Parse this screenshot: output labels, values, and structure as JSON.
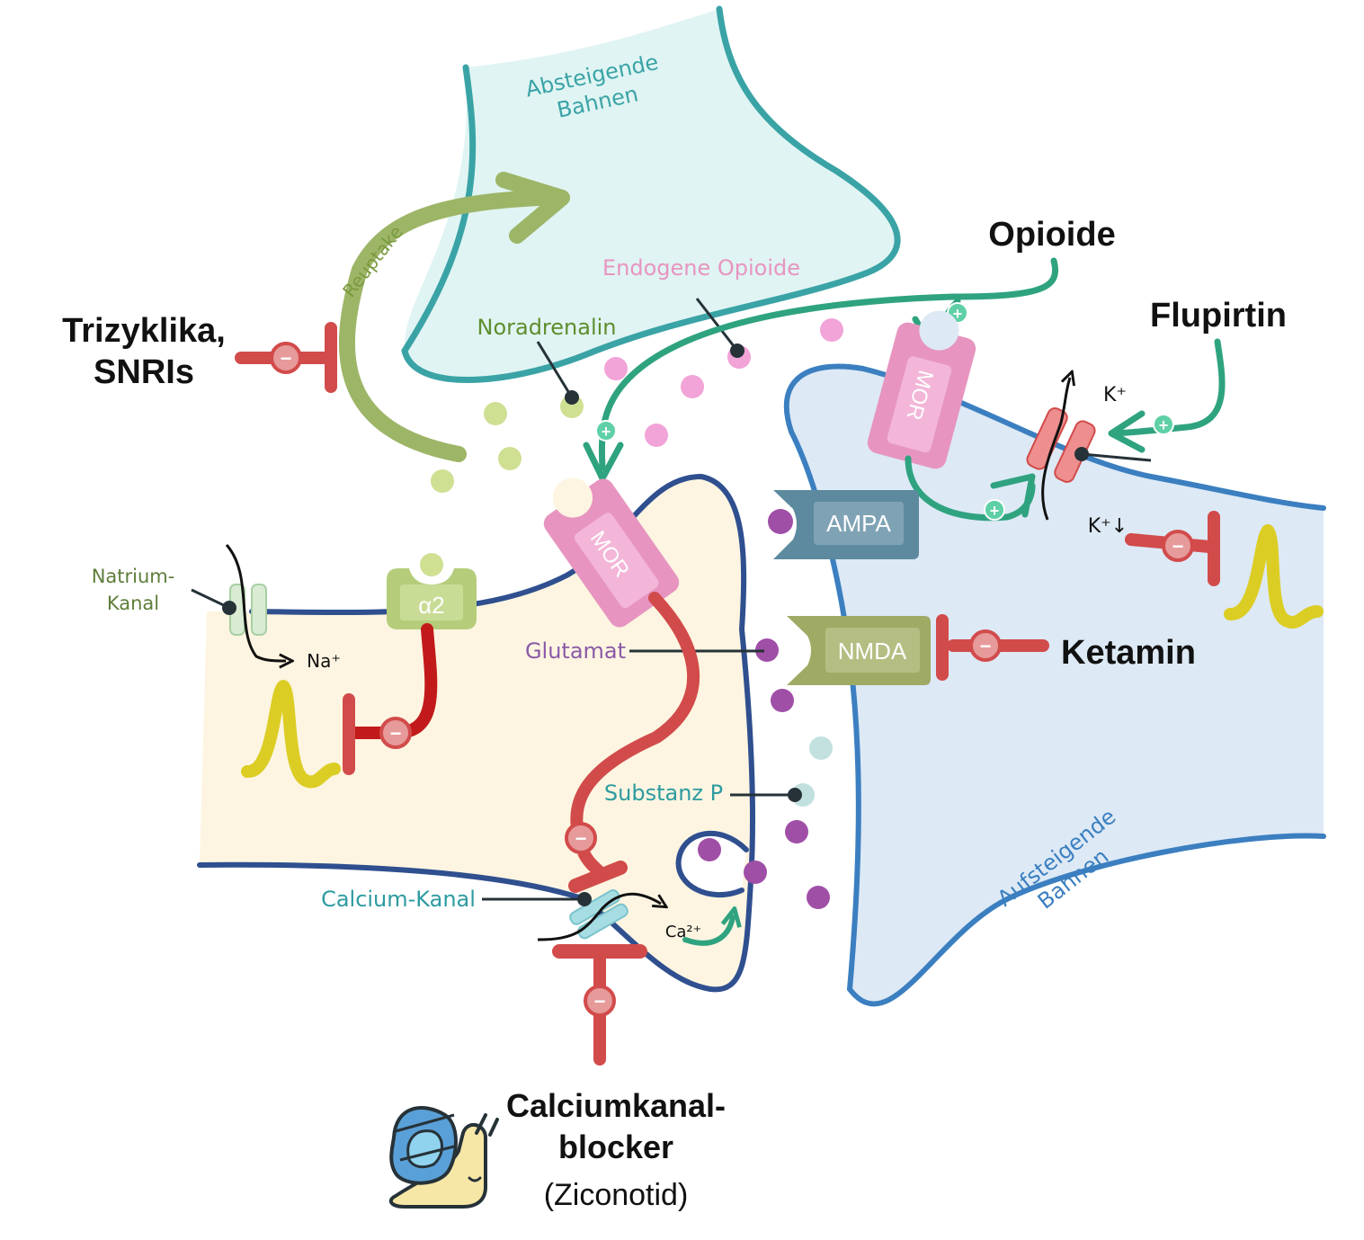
{
  "labels": {
    "descending": "Absteigende Bahnen",
    "ascending": "Aufsteigende Bahnen",
    "reuptake": "Reuptake",
    "endogenous_opioids": "Endogene Opioide",
    "noradrenaline": "Noradrenalin",
    "sodium_channel": "Natrium- Kanal",
    "sodium_ion": "Na⁺",
    "alpha2": "α2",
    "mor": "MOR",
    "ampa": "AMPA",
    "nmda": "NMDA",
    "glutamate": "Glutamat",
    "substance_p": "Substanz P",
    "calcium_channel": "Calcium-Kanal",
    "calcium_ion": "Ca²⁺",
    "potassium_ion": "K⁺",
    "potassium_down": "K⁺↓"
  },
  "drugs": {
    "tricyclics": "Trizyklika, SNRIs",
    "opioids": "Opioide",
    "flupirtine": "Flupirtin",
    "ketamine": "Ketamin",
    "ccb": "Calciumkanal- blocker",
    "ziconotide": "(Ziconotid)"
  },
  "symbols": {
    "plus": "+",
    "minus": "−"
  },
  "colors": {
    "descending_fill": "#e0f4f3",
    "descending_stroke": "#3aa3a6",
    "ascending_fill": "#dde9f5",
    "ascending_stroke": "#3b7fc0",
    "presynaptic_fill": "#fdf5e1",
    "presynaptic_stroke": "#2f4f8f",
    "inhibit_red": "#d24b4b",
    "activate_green": "#2fa37f",
    "reuptake_green": "#9db567",
    "mor_pink": "#e795c0",
    "glutamate_purple": "#a04fa7",
    "substance_p_teal": "#c2e1de",
    "action_potential_yellow": "#dccd25",
    "ampa_blue": "#5d8a9e",
    "nmda_olive": "#9fab65"
  },
  "icons": [
    "snail-icon",
    "action-potential-icon",
    "inhibition-bar-icon",
    "activation-arrow-icon"
  ]
}
